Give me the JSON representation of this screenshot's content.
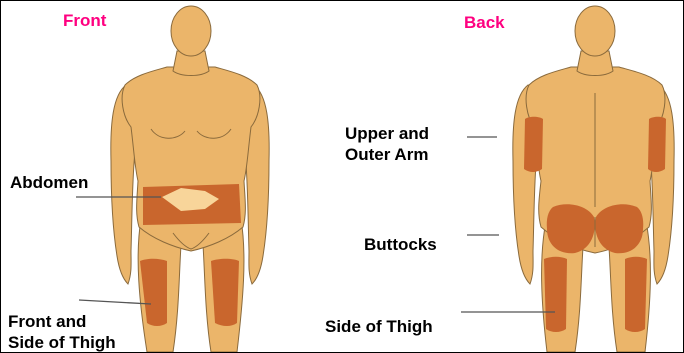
{
  "colors": {
    "heading": "#ff0080",
    "skin": "#ebb56a",
    "skin_outline": "#8a6a3c",
    "injection_site": "#c9662d",
    "navel_patch": "#f8d59a",
    "leader_line": "#555555"
  },
  "front": {
    "heading": "Front",
    "labels": {
      "abdomen": "Abdomen",
      "thigh_line1": "Front and",
      "thigh_line2": "Side of Thigh"
    }
  },
  "back": {
    "heading": "Back",
    "labels": {
      "arm_line1": "Upper and",
      "arm_line2": "Outer Arm",
      "buttocks": "Buttocks",
      "thigh": "Side of Thigh"
    }
  }
}
